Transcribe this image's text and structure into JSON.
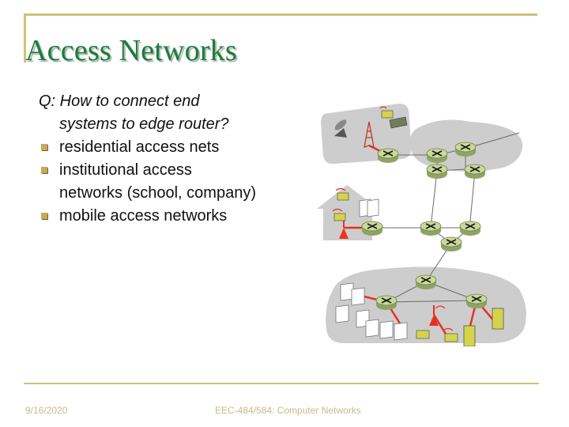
{
  "slide": {
    "title": "Access Networks",
    "question_line1": "Q: How to connect end",
    "question_line2": "systems to edge router?",
    "bullets": [
      {
        "label": "residential access nets"
      },
      {
        "label": "institutional access"
      },
      {
        "label": "networks (school, company)"
      },
      {
        "label": "mobile access networks"
      }
    ]
  },
  "footer": {
    "date": "9/16/2020",
    "course": "EEC-484/584: Computer Networks"
  },
  "colors": {
    "title": "#1f7a3e",
    "frame": "#cfc27a",
    "bullet": "#c8a85a",
    "footer_text": "#c9b98c",
    "cloud": "#cdcdcd",
    "router": "#b7c98a",
    "access_link": "#e8321e"
  },
  "diagram": {
    "icons": [
      "router-icon",
      "cell-tower-icon",
      "laptop-icon",
      "pda-icon",
      "satellite-dish-icon",
      "home-icon",
      "server-icon",
      "pc-icon"
    ]
  }
}
